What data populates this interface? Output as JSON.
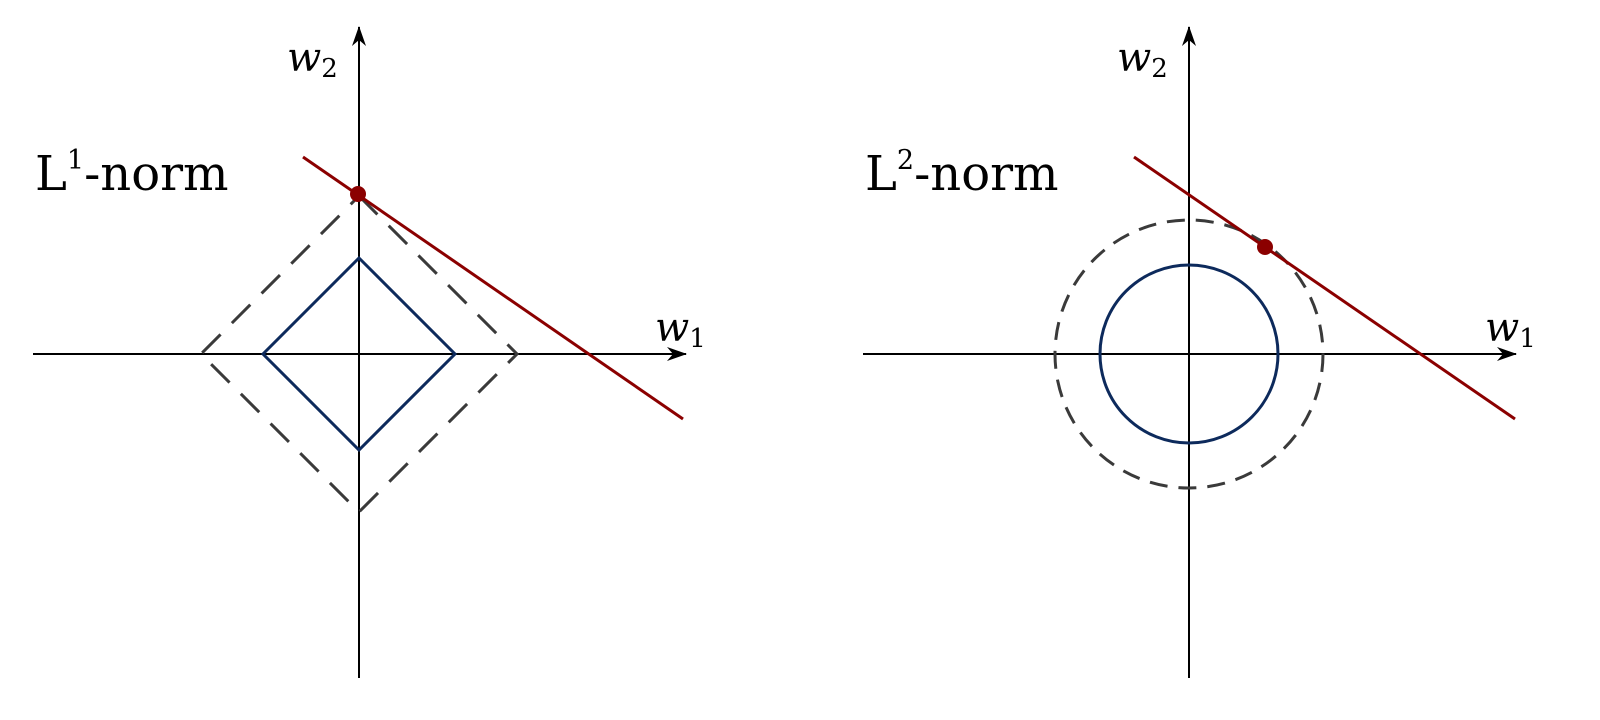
{
  "colors": {
    "axis": "#000000",
    "constraint_solid": "#0d2a5c",
    "constraint_dashed": "#3a3a3a",
    "loss_line": "#8b0000",
    "optimum_point": "#8b0000"
  },
  "panels": [
    {
      "norm_label": "L",
      "norm_exponent": "1",
      "norm_suffix": "-norm",
      "x_axis_var": "w",
      "x_axis_sub": "1",
      "y_axis_var": "w",
      "y_axis_sub": "2",
      "constraint_shape": "diamond"
    },
    {
      "norm_label": "L",
      "norm_exponent": "2",
      "norm_suffix": "-norm",
      "x_axis_var": "w",
      "x_axis_sub": "1",
      "y_axis_var": "w",
      "y_axis_sub": "2",
      "constraint_shape": "circle"
    }
  ]
}
